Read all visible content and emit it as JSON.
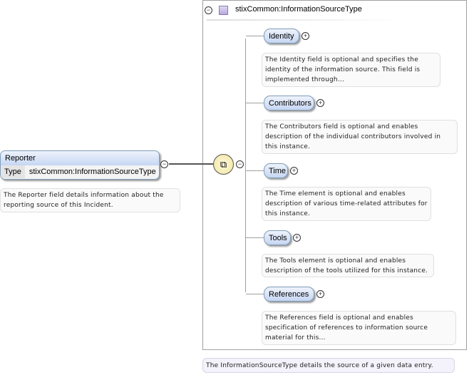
{
  "reporter": {
    "name": "Reporter",
    "type_label": "Type",
    "type_value": "stixCommon:InformationSourceType",
    "description": "The Reporter field details information about the reporting source of this Incident."
  },
  "type_box": {
    "title": "stixCommon:InformationSourceType",
    "description": "The InformationSourceType details the source of a given data entry."
  },
  "elements": [
    {
      "name": "Identity",
      "description": "The Identity field is optional and specifies the identity of the information source. This field is implemented through..."
    },
    {
      "name": "Contributors",
      "description": "The Contributors field is optional and enables description of the individual contributors involved in this instance."
    },
    {
      "name": "Time",
      "description": "The Time element is optional and enables description of various time-related attributes for this instance."
    },
    {
      "name": "Tools",
      "description": "The Tools element is optional and enables description of the tools utilized for this instance."
    },
    {
      "name": "References",
      "description": "The References field is optional and enables specification of references to information source material for this..."
    }
  ],
  "icons": {
    "collapse": "−",
    "expand": "+"
  }
}
